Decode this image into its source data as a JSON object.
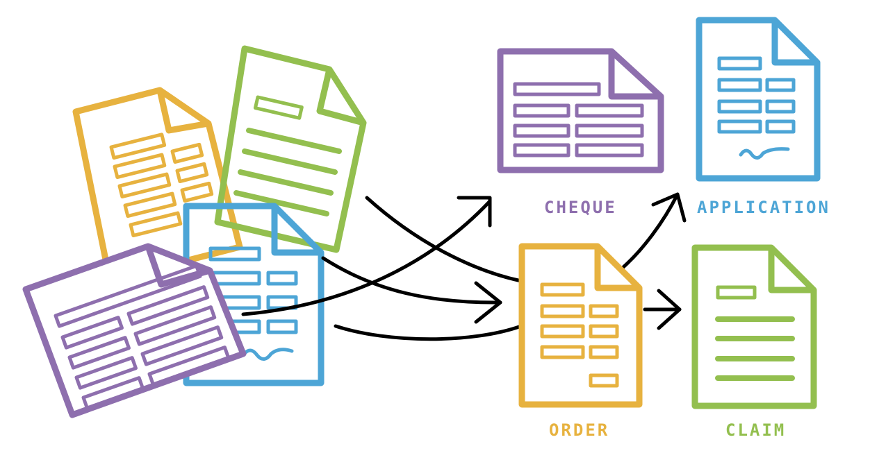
{
  "colors": {
    "purple": "#8e6fae",
    "blue": "#4da5d6",
    "orange": "#e7b23f",
    "green": "#93bf4f",
    "arrow": "#000000"
  },
  "labels": {
    "cheque": "CHEQUE",
    "application": "APPLICATION",
    "order": "ORDER",
    "claim": "CLAIM"
  },
  "icons": {
    "unsorted_pile": [
      "order-form-icon",
      "claim-doc-icon",
      "application-form-icon",
      "cheque-icon"
    ],
    "sorted": [
      "cheque-icon",
      "application-form-icon",
      "order-form-icon",
      "claim-doc-icon"
    ],
    "arrows": "curved-arrow-icon"
  }
}
